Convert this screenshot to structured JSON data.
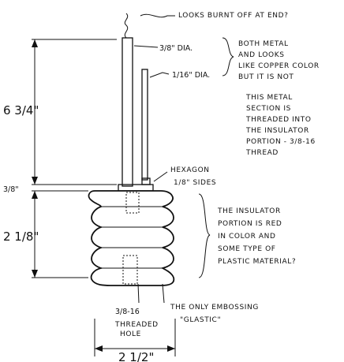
{
  "diagram": {
    "notes": {
      "burnt_end": "LOOKS BURNT OFF AT END?",
      "large_rod_dia": "3/8\" DIA.",
      "small_rod_dia": "1/16\" DIA.",
      "metal_note": [
        "BOTH METAL",
        "AND LOOKS",
        "LIKE COPPER COLOR",
        "BUT IT IS NOT"
      ],
      "thread_note": [
        "THIS METAL",
        "SECTION IS",
        "THREADED INTO",
        "THE INSULATOR",
        "PORTION - 3/8-16",
        "THREAD"
      ],
      "hexagon_note": [
        "HEXAGON",
        "1/8\" SIDES"
      ],
      "insulator_note": [
        "THE INSULATOR",
        "PORTION IS RED",
        "IN COLOR AND",
        "SOME TYPE OF",
        "PLASTIC MATERIAL?"
      ],
      "embossing_note": [
        "THE ONLY EMBOSSING",
        "\"GLASTIC\""
      ],
      "hole_note": [
        "3/8-16",
        "THREADED",
        "HOLE"
      ]
    },
    "dimensions": {
      "rod_length": "6 3/4\"",
      "hex_height": "3/8\"",
      "insulator_height": "2 1/8\"",
      "insulator_width": "2 1/2\""
    }
  }
}
